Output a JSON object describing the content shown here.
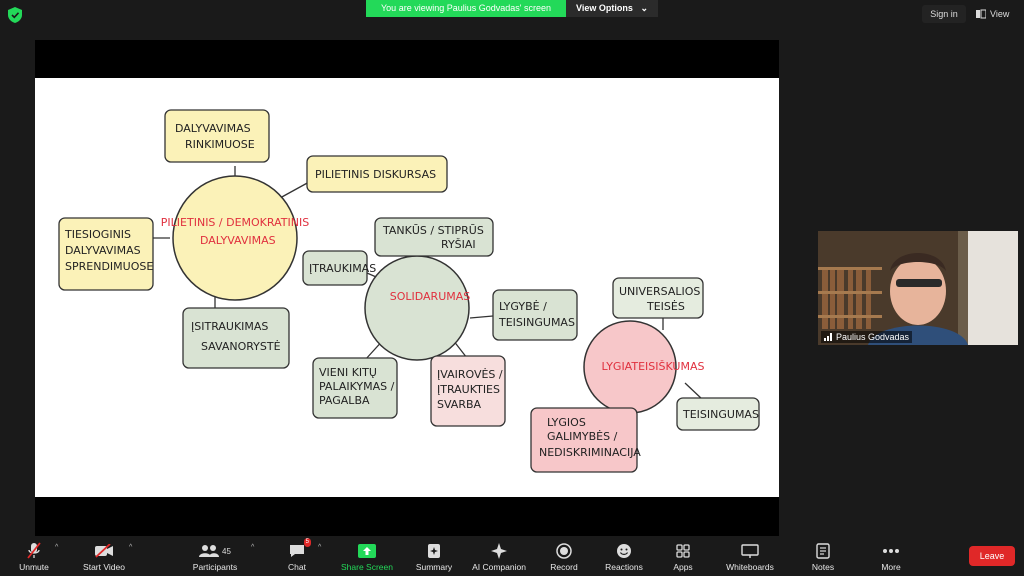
{
  "top": {
    "banner_message": "You are viewing Paulius Godvadas' screen",
    "view_options_label": "View Options",
    "sign_in_label": "Sign in",
    "view_label": "View"
  },
  "whiteboard": {
    "center_democratic": "PILIETINIS / DEMOKRATINIS DALYVAVIMAS",
    "center_solidarity": "SOLIDARUMAS",
    "center_equality": "LYGIATEISIŠKUMAS",
    "node_rinkimai": "DALYVAVIMAS RINKIMUOSE",
    "node_diskursas": "PILIETINIS DISKURSAS",
    "node_tiesioginis": "TIESIOGINIS DALYVAVIMAS SPRENDIMUOSE",
    "node_savanoryste": "ĮSITRAUKIMAS SAVANORYSTĖ",
    "node_rysiai": "TANKŪS / STIPRŪS RYŠIAI",
    "node_itraukimas": "ĮTRAUKIMAS",
    "node_lygybe": "LYGYBĖ / TEISINGUMAS",
    "node_palaikymas": "VIENI KITŲ PALAIKYMAS / PAGALBA",
    "node_ivairoves": "ĮVAIROVĖS / ĮTRAUKTIES SVARBA",
    "node_teises": "UNIVERSALIOS TEISĖS",
    "node_galimybes": "LYGIOS GALIMYBĖS / NEDISKRIMINACIJA",
    "node_teisingumas": "TEISINGUMAS"
  },
  "participant": {
    "name": "Paulius Godvadas"
  },
  "toolbar": {
    "unmute": "Unmute",
    "start_video": "Start Video",
    "participants": "Participants",
    "participants_count": "45",
    "chat": "Chat",
    "chat_badge": "5",
    "share_screen": "Share Screen",
    "summary": "Summary",
    "ai_companion": "AI Companion",
    "record": "Record",
    "reactions": "Reactions",
    "apps": "Apps",
    "whiteboards": "Whiteboards",
    "notes": "Notes",
    "more": "More",
    "leave": "Leave"
  },
  "colors": {
    "accent_green": "#23d959",
    "leave_red": "#e02828",
    "marker_red": "#e0303e"
  }
}
